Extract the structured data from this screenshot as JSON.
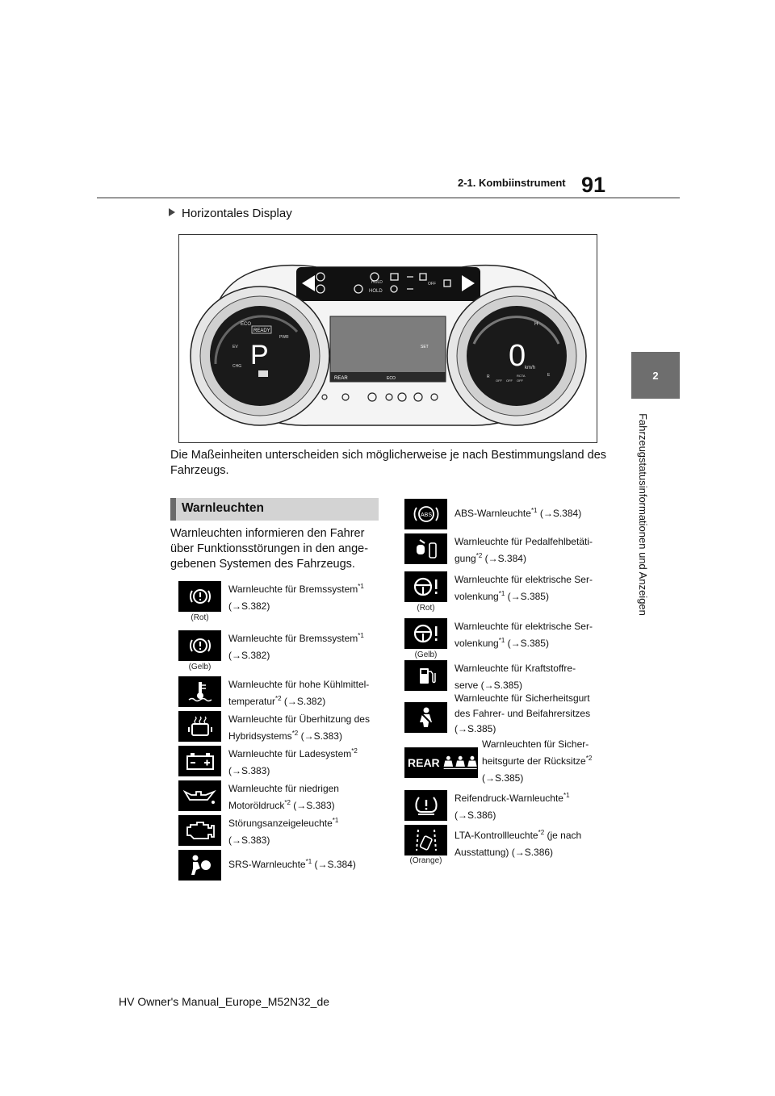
{
  "header": {
    "page_number": "91",
    "section": "2-1. Kombiinstrument"
  },
  "chapter": {
    "number": "2",
    "title": "Fahrzeugstatusinformationen und Anzeigen"
  },
  "bullet": "Horizontales Display",
  "figure": {
    "top_hold": "HOLD",
    "top_off": "OFF",
    "hold": "HOLD",
    "eco": "ECO",
    "ready": "READY",
    "pwr": "PWR",
    "gear": "P",
    "ev": "EV",
    "chg": "CHG",
    "set": "SET",
    "rear": "REAR",
    "eco_bottom": "ECO",
    "speed": "0",
    "unit": "km/h",
    "h_label": "H",
    "r_label": "R",
    "e_label": "E",
    "off1": "OFF",
    "off2": "OFF",
    "rcta": "RCTA",
    "off3": "OFF"
  },
  "caption": "Die Maßeinheiten unterscheiden sich möglicherweise je nach Bestimmungsland des Fahrzeugs.",
  "section_title": "Warnleuchten",
  "intro": "Warnleuchten informieren den Fahrer über Funktionsstörungen in den ange-gebenen Systemen des Fahrzeugs.",
  "left_entries": [
    {
      "icon": "brake-warning-icon",
      "caption": "(Rot)",
      "line1": "Warnleuchte für Bremssystem",
      "sup1": "*1",
      "line2": "(→S.382)",
      "sup2": ""
    },
    {
      "icon": "brake-warning-icon",
      "caption": "(Gelb)",
      "line1": "Warnleuchte für Bremssystem",
      "sup1": "*1",
      "line2": "(→S.382)",
      "sup2": ""
    },
    {
      "icon": "coolant-temperature-icon",
      "caption": "",
      "line1": "Warnleuchte für hohe Kühlmittel-",
      "sup1": "",
      "line2": "temperatur",
      "sup2": "*2",
      "line2b": " (→S.382)"
    },
    {
      "icon": "hybrid-overheat-icon",
      "caption": "",
      "line1": "Warnleuchte für Überhitzung des",
      "sup1": "",
      "line2": "Hybridsystems",
      "sup2": "*2",
      "line2b": " (→S.383)"
    },
    {
      "icon": "battery-icon",
      "caption": "",
      "line1": "Warnleuchte für Ladesystem",
      "sup1": "*2",
      "line2": "(→S.383)",
      "sup2": ""
    },
    {
      "icon": "oil-pressure-icon",
      "caption": "",
      "line1": "Warnleuchte für niedrigen",
      "sup1": "",
      "line2": "Motoröldruck",
      "sup2": "*2",
      "line2b": " (→S.383)"
    },
    {
      "icon": "check-engine-icon",
      "caption": "",
      "line1": "Störungsanzeigeleuchte",
      "sup1": "*1",
      "line2": "(→S.383)",
      "sup2": ""
    },
    {
      "icon": "srs-airbag-icon",
      "caption": "",
      "line1": "SRS-Warnleuchte",
      "sup1": "*1",
      "line1b": " (→S.384)",
      "line2": "",
      "sup2": ""
    }
  ],
  "right_entries": [
    {
      "icon": "abs-icon",
      "caption": "",
      "line1": "ABS-Warnleuchte",
      "sup1": "*1",
      "line1b": " (→S.384)",
      "line2": "",
      "sup2": ""
    },
    {
      "icon": "pedal-misoperation-icon",
      "caption": "",
      "line1": "Warnleuchte für Pedalfehlbetäti-",
      "sup1": "",
      "line2": "gung",
      "sup2": "*2",
      "line2b": " (→S.384)"
    },
    {
      "icon": "power-steering-icon",
      "caption": "(Rot)",
      "line1": "Warnleuchte für elektrische Ser-",
      "sup1": "",
      "line2": "volenkung",
      "sup2": "*1",
      "line2b": " (→S.385)"
    },
    {
      "icon": "power-steering-icon",
      "caption": "(Gelb)",
      "line1": "Warnleuchte für elektrische Ser-",
      "sup1": "",
      "line2": "volenkung",
      "sup2": "*1",
      "line2b": " (→S.385)"
    },
    {
      "icon": "fuel-icon",
      "caption": "",
      "line1": "Warnleuchte für Kraftstoffre-",
      "sup1": "",
      "line2": "serve (→S.385)",
      "sup2": ""
    },
    {
      "icon": "seatbelt-icon",
      "caption": "",
      "line1": "Warnleuchte für Sicherheitsgurt",
      "sup1": "",
      "line2": "des Fahrer- und Beifahrersitzes",
      "sup2": "",
      "line3": "(→S.385)"
    },
    {
      "icon": "rear-seatbelt-icon",
      "rear_label": "REAR",
      "caption": "",
      "line1": "Warnleuchten für Sicher-",
      "sup1": "",
      "line2": "heitsgurte der Rücksitze",
      "sup2": "*2",
      "line3": "(→S.385)"
    },
    {
      "icon": "tire-pressure-icon",
      "caption": "",
      "line1": "Reifendruck-Warnleuchte",
      "sup1": "*1",
      "line2": "(→S.386)",
      "sup2": ""
    },
    {
      "icon": "lta-icon",
      "caption": "(Orange)",
      "line1": "LTA-Kontrollleuchte",
      "sup1": "*2",
      "line1b": " (je nach",
      "line2": "Ausstattung) (→S.386)",
      "sup2": ""
    }
  ],
  "footer": "HV Owner's Manual_Europe_M52N32_de"
}
